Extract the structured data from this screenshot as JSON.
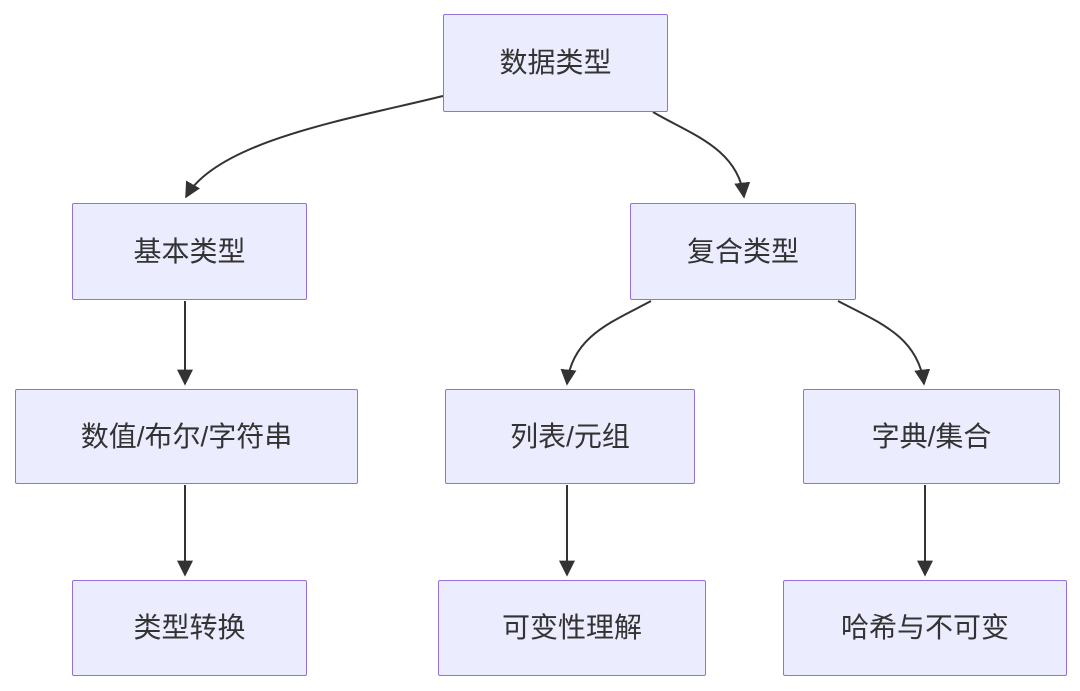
{
  "diagram": {
    "type": "flowchart",
    "direction": "top-down",
    "colors": {
      "background": "#FFFFFF",
      "node_fill": "#ECECFF",
      "node_border": "#9370DB",
      "text": "#333333",
      "arrow": "#333333"
    },
    "nodes": {
      "root": {
        "label": "数据类型"
      },
      "basic": {
        "label": "基本类型"
      },
      "composite": {
        "label": "复合类型"
      },
      "scalar": {
        "label": "数值/布尔/字符串"
      },
      "list_tuple": {
        "label": "列表/元组"
      },
      "dict_set": {
        "label": "字典/集合"
      },
      "conversion": {
        "label": "类型转换"
      },
      "mutability": {
        "label": "可变性理解"
      },
      "hash": {
        "label": "哈希与不可变"
      }
    },
    "edges": [
      {
        "from": "数据类型",
        "to": "基本类型"
      },
      {
        "from": "数据类型",
        "to": "复合类型"
      },
      {
        "from": "基本类型",
        "to": "数值/布尔/字符串"
      },
      {
        "from": "数值/布尔/字符串",
        "to": "类型转换"
      },
      {
        "from": "复合类型",
        "to": "列表/元组"
      },
      {
        "from": "复合类型",
        "to": "字典/集合"
      },
      {
        "from": "列表/元组",
        "to": "可变性理解"
      },
      {
        "from": "字典/集合",
        "to": "哈希与不可变"
      }
    ]
  }
}
